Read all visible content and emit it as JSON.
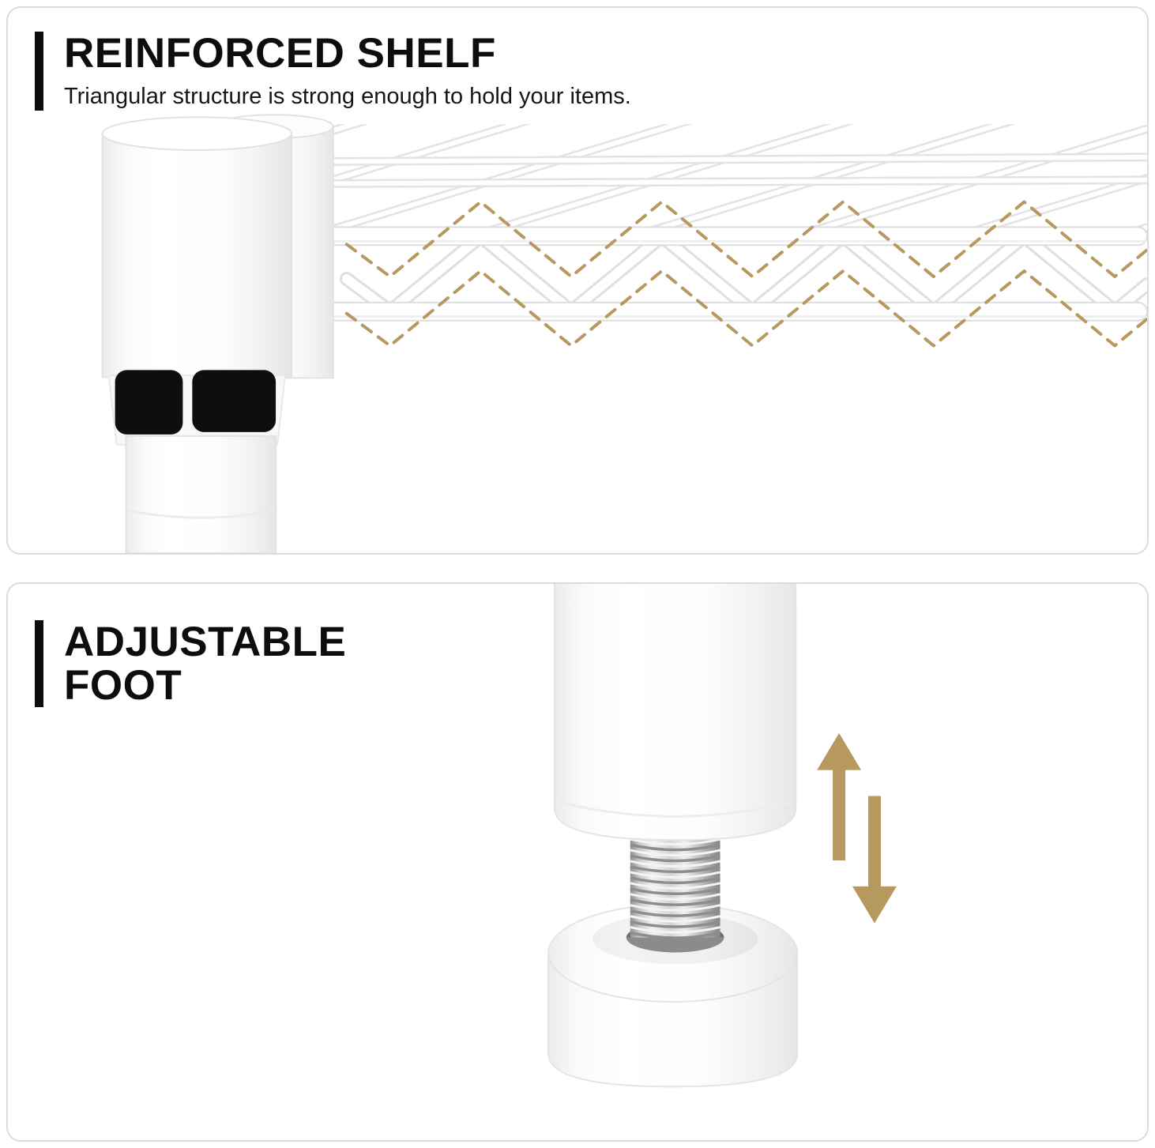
{
  "panels": {
    "reinforced_shelf": {
      "title": "REINFORCED SHELF",
      "subtitle": "Triangular structure is strong enough to hold your items."
    },
    "adjustable_foot": {
      "title_line1": "ADJUSTABLE",
      "title_line2": "FOOT"
    }
  },
  "colors": {
    "accent_tan": "#b7995f",
    "panel_border": "#dcdcdc",
    "headline_black": "#0d0d0d",
    "wire_edge": "#e3e3e3",
    "clamp_black": "#0e0e0e",
    "steel_gray": "#b5b5b5"
  },
  "icons": {
    "up_down_arrows": "height-adjustable-arrows"
  }
}
